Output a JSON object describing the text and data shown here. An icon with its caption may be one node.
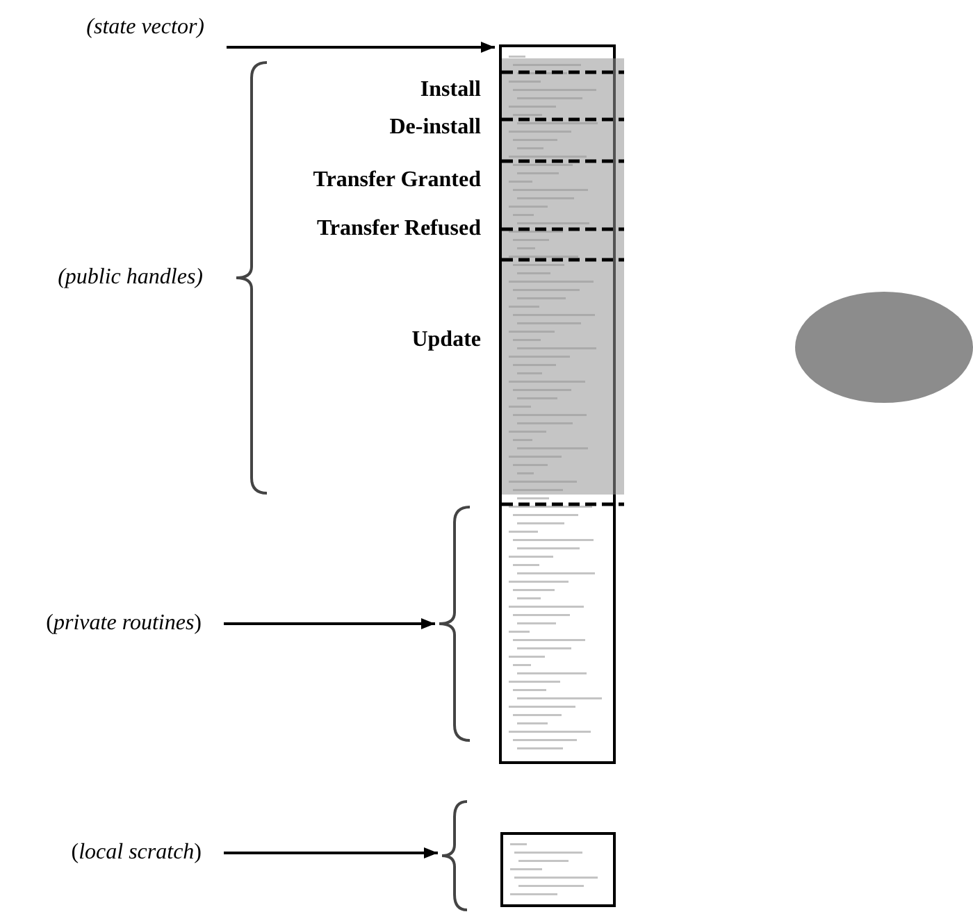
{
  "diagram": {
    "nodes": [
      {
        "text": [
          "(state vector)"
        ]
      },
      {
        "text": [],
        "shape": "box"
      },
      {
        "text": [],
        "shape": "box",
        "in": 1
      },
      {
        "text": [
          "(*private routines*)"
        ]
      },
      {
        "text": [],
        "shape": "brace"
      },
      {
        "text": [
          "(*local scratch*)"
        ]
      },
      {
        "text": [],
        "shape": "brace"
      },
      {
        "text": [],
        "shape": "box"
      },
      {
        "text": [],
        "shape": "ellipse"
      }
    ],
    "edges": [
      {
        "from": 0,
        "to": 1,
        "arrow": "to"
      },
      {
        "from": 3,
        "to": 4,
        "arrow": "to"
      },
      {
        "from": 5,
        "to": 6,
        "arrow": "to"
      }
    ],
    "labels": [
      "Install",
      "De-install",
      "Transfer Granted",
      "Transfer Refused",
      "(public handles)",
      "Update"
    ]
  }
}
